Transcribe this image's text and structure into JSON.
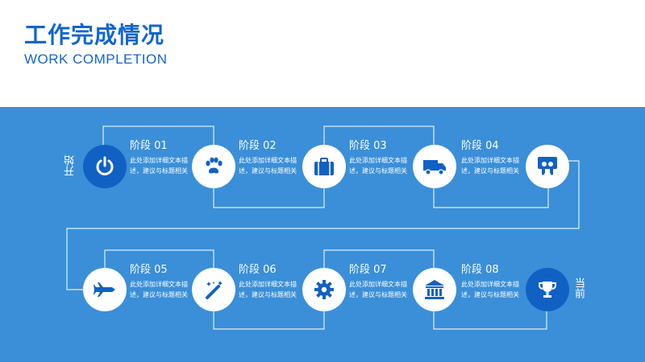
{
  "header": {
    "title": "工作完成情况",
    "subtitle": "WORK COMPLETION"
  },
  "labels": {
    "start": "开始",
    "end": "当前"
  },
  "stages": [
    {
      "title": "阶段 01",
      "desc": "此处添加详细文本描述，建议与标题相关",
      "icon": "power-icon"
    },
    {
      "title": "阶段 02",
      "desc": "此处添加详细文本描述，建议与标题相关",
      "icon": "paw-icon"
    },
    {
      "title": "阶段 03",
      "desc": "此处添加详细文本描述，建议与标题相关",
      "icon": "suitcase-icon"
    },
    {
      "title": "阶段 04",
      "desc": "此处添加详细文本描述，建议与标题相关",
      "icon": "truck-icon"
    },
    {
      "title": "阶段 05",
      "desc": "此处添加详细文本描述，建议与标题相关",
      "icon": "airplane-icon"
    },
    {
      "title": "阶段 06",
      "desc": "此处添加详细文本描述，建议与标题相关",
      "icon": "magic-wand-icon"
    },
    {
      "title": "阶段 07",
      "desc": "此处添加详细文本描述，建议与标题相关",
      "icon": "gear-icon"
    },
    {
      "title": "阶段 08",
      "desc": "此处添加详细文本描述，建议与标题相关",
      "icon": "bank-icon"
    }
  ],
  "icons": {
    "extra_row1": "slideshare-icon",
    "extra_row2": "trophy-icon"
  },
  "colors": {
    "band": "#3a8fd8",
    "title": "#1166cc",
    "accent_dark": "#1161c4",
    "line": "#ffffff"
  }
}
